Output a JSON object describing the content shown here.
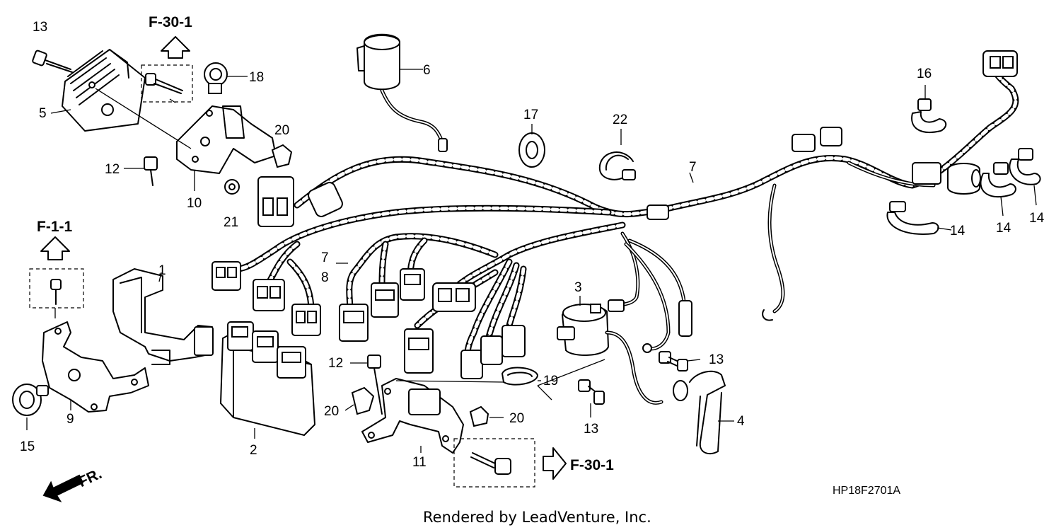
{
  "diagram": {
    "code": "HP18F2701A",
    "credit": "Rendered by LeadVenture, Inc.",
    "front_marker": "FR.",
    "references": {
      "f30_top": "F-30-1",
      "f11": "F-1-1",
      "f30_bottom": "F-30-1"
    },
    "callouts": {
      "c13a": "13",
      "c5": "5",
      "c18": "18",
      "c20a": "20",
      "c12a": "12",
      "c10": "10",
      "c21": "21",
      "c6": "6",
      "c17": "17",
      "c22": "22",
      "c7a": "7",
      "c16": "16",
      "c14a": "14",
      "c14b": "14",
      "c14c": "14",
      "c1": "1",
      "c7b": "7",
      "c8": "8",
      "c3": "3",
      "c13b": "13",
      "c12b": "12",
      "c19": "19",
      "c13c": "13",
      "c4": "4",
      "c20b": "20",
      "c20c": "20",
      "c9": "9",
      "c15": "15",
      "c2": "2",
      "c11": "11"
    }
  }
}
